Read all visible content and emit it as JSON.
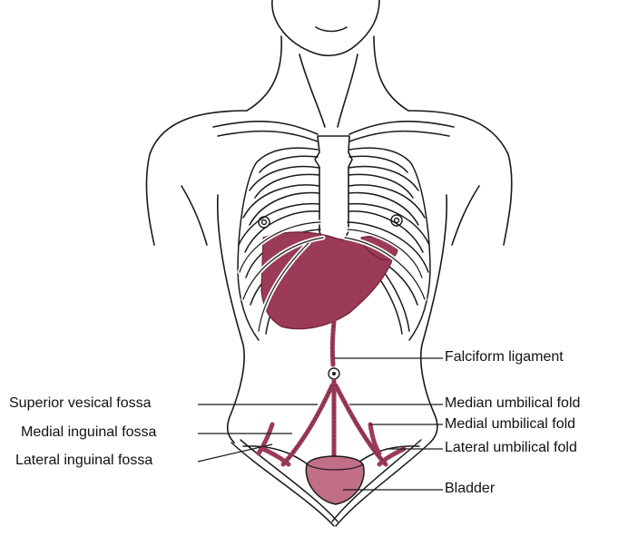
{
  "colors": {
    "outline": "#1a1a1a",
    "organ_fill": "#9b3b57",
    "organ_dark": "#6e2238",
    "bladder_fill": "#c06f86",
    "background": "#ffffff"
  },
  "labels": {
    "falciform_ligament": "Falciform ligament",
    "superior_vesical_fossa": "Superior vesical fossa",
    "median_umbilical_fold": "Median umbilical fold",
    "medial_inguinal_fossa": "Medial inguinal fossa",
    "medial_umbilical_fold": "Medial umbilical fold",
    "lateral_inguinal_fossa": "Lateral inguinal fossa",
    "lateral_umbilical_fold": "Lateral umbilical fold",
    "bladder": "Bladder"
  }
}
